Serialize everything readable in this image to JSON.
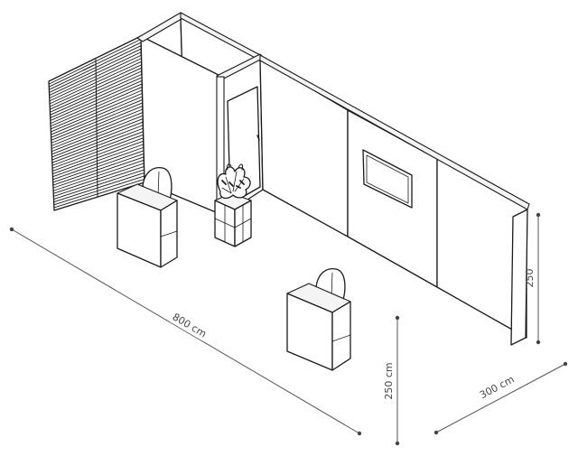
{
  "dimensions": {
    "length": "800 cm",
    "depth": "300 cm",
    "height_front": "250 cm",
    "height_side": "250"
  },
  "colors": {
    "line": "#1a1a1a",
    "dimension_line": "#555555",
    "background": "#ffffff"
  }
}
